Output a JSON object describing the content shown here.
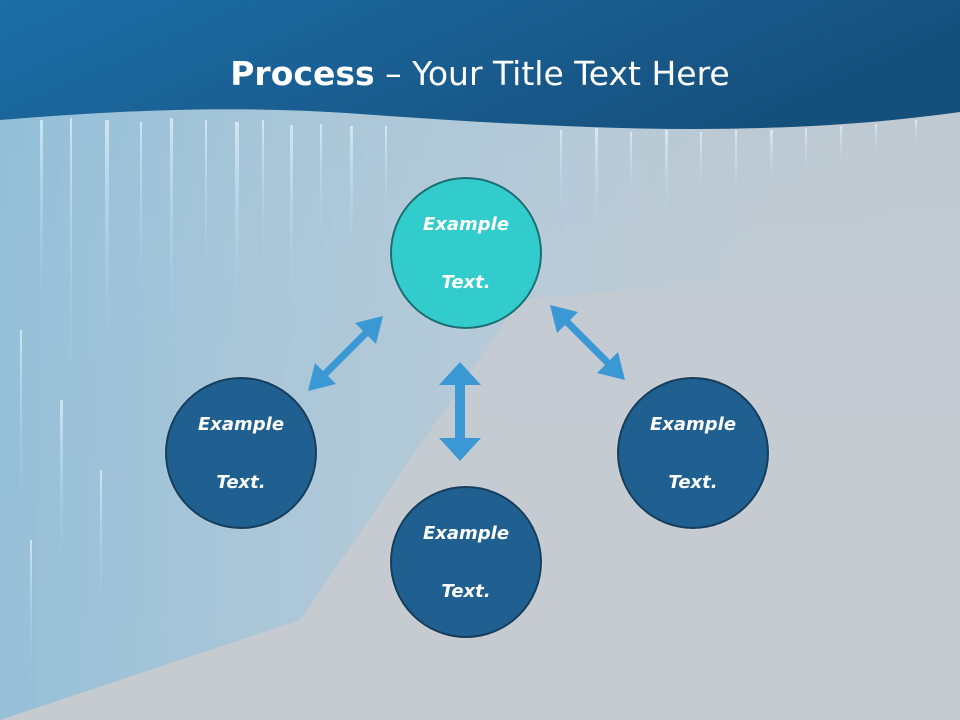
{
  "title": {
    "bold": "Process",
    "rest": " – Your Title Text Here"
  },
  "nodes": {
    "top": {
      "line1": "Example",
      "line2": "Text."
    },
    "left": {
      "line1": "Example",
      "line2": "Text."
    },
    "bottom": {
      "line1": "Example",
      "line2": "Text."
    },
    "right": {
      "line1": "Example",
      "line2": "Text."
    }
  },
  "colors": {
    "header": "#1f6aa0",
    "primary_node": "#33cccc",
    "secondary_node": "#1f6090",
    "arrow": "#3a98d4",
    "background": "#c4cbd1"
  }
}
